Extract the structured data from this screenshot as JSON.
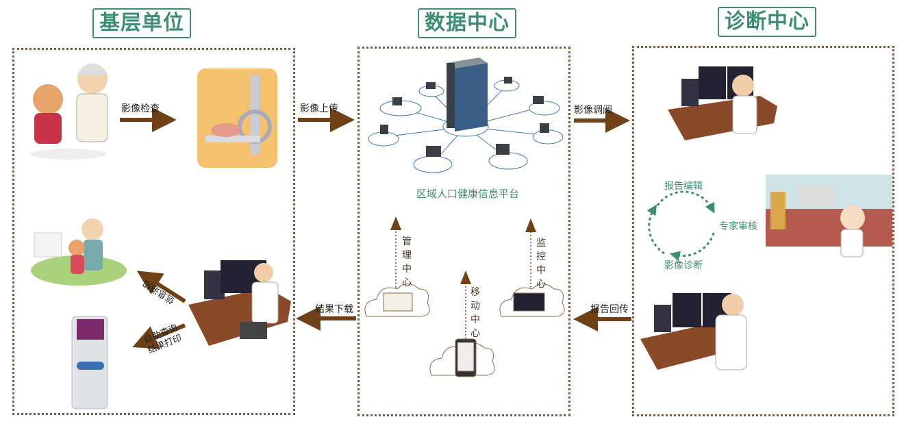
{
  "sections": {
    "grassroots": {
      "title": "基层单位"
    },
    "data_center": {
      "title": "数据中心"
    },
    "diagnosis_center": {
      "title": "诊断中心"
    }
  },
  "flow_labels": {
    "imaging_exam": "影像检查",
    "image_upload": "影像上传",
    "image_view": "影像调阅",
    "result_download": "结果下载",
    "report_return": "报告回传",
    "info_notify": "信息通知",
    "self_query": "自助查询",
    "result_print": "结果打印"
  },
  "platform": {
    "name": "区域人口健康信息平台"
  },
  "sub_centers": {
    "management": "管理中心",
    "mobile": "移动中心",
    "monitoring": "监控中心"
  },
  "cycle": {
    "report_edit": "报告编辑",
    "expert_review": "专家审核",
    "image_diagnosis": "影像诊断"
  },
  "colors": {
    "title_green": "#3d8d70",
    "arrow_brown": "#6e4216",
    "border_brown": "#7a5a3c"
  }
}
